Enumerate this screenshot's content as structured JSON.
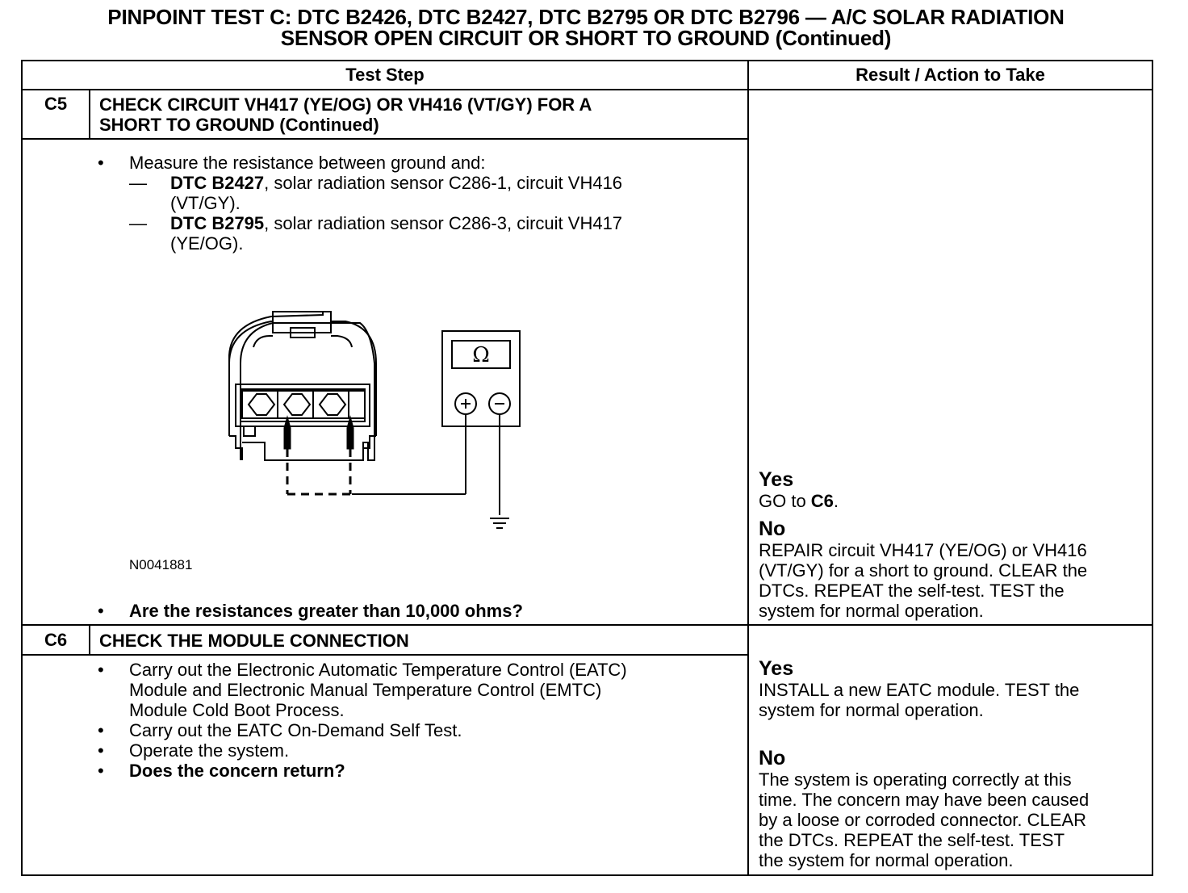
{
  "title": {
    "line1": "PINPOINT TEST  C: DTC B2426, DTC B2427, DTC B2795 OR DTC B2796 — A/C SOLAR RADIATION",
    "line2": "SENSOR OPEN CIRCUIT OR SHORT TO GROUND (Continued)"
  },
  "table": {
    "col_headers": {
      "test_step": "Test Step",
      "result": "Result / Action to Take"
    }
  },
  "c5": {
    "id": "C5",
    "title_line1": "CHECK CIRCUIT VH417 (YE/OG) OR VH416 (VT/GY) FOR A",
    "title_line2": "SHORT TO GROUND (Continued)",
    "bullet1": "Measure the resistance between ground and:",
    "sub1_dtc": "DTC B2427",
    "sub1_line1_rest": ", solar radiation sensor C286-1, circuit VH416",
    "sub1_line2": "(VT/GY).",
    "sub2_dtc": "DTC B2795",
    "sub2_line1_rest": ", solar radiation sensor C286-3, circuit VH417",
    "sub2_line2": "(YE/OG).",
    "figure_id": "N0041881",
    "meter_symbol": "Ω",
    "question": "Are the resistances greater than 10,000 ohms?",
    "yes_label": "Yes",
    "yes_text_pre": "GO to ",
    "yes_text_step": "C6",
    "yes_text_post": ".",
    "no_label": "No",
    "no_lines": [
      "REPAIR circuit VH417 (YE/OG) or VH416",
      "(VT/GY) for a short to ground. CLEAR the",
      "DTCs. REPEAT the self-test. TEST the",
      "system for normal operation."
    ]
  },
  "c6": {
    "id": "C6",
    "title": "CHECK THE MODULE CONNECTION",
    "bullet1_lines": [
      "Carry out the Electronic Automatic Temperature Control (EATC)",
      "Module and Electronic Manual Temperature Control (EMTC)",
      "Module Cold Boot Process."
    ],
    "bullet2": "Carry out the EATC On-Demand Self Test.",
    "bullet3": "Operate the system.",
    "bullet4": "Does the concern return?",
    "yes_label": "Yes",
    "yes_lines": [
      "INSTALL a new EATC module. TEST the",
      "system for normal operation."
    ],
    "no_label": "No",
    "no_lines": [
      "The system is operating correctly at this",
      "time. The concern may have been caused",
      "by a loose or corroded connector. CLEAR",
      "the DTCs. REPEAT the self-test. TEST",
      "the system for normal operation."
    ]
  },
  "symbols": {
    "bullet": "•",
    "dash": "—"
  }
}
